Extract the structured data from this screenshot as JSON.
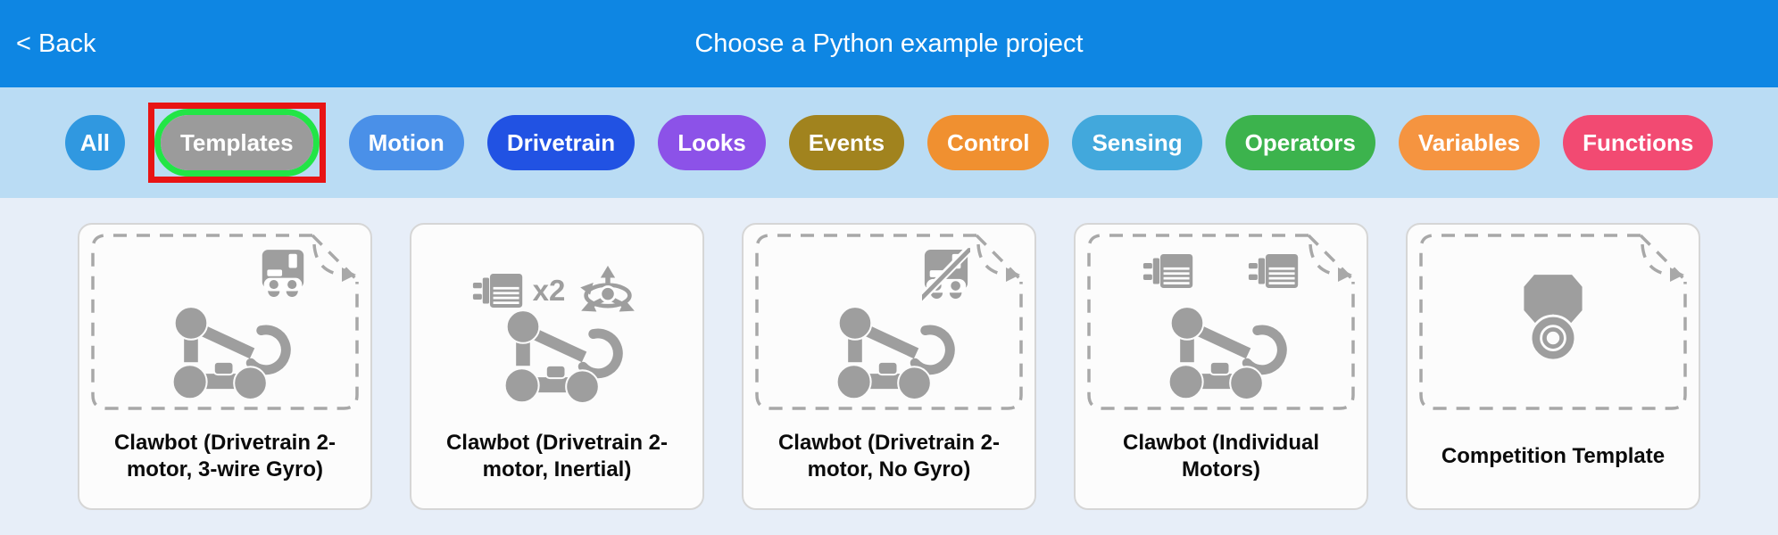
{
  "header": {
    "back_label": "< Back",
    "title": "Choose a Python example project",
    "bg_color": "#0e86e3"
  },
  "filters": {
    "selected_ring_color": "#22e546",
    "annotation_box_color": "#e81414",
    "items": [
      {
        "label": "All",
        "color": "#3098e0",
        "selected": false
      },
      {
        "label": "Templates",
        "color": "#9b9b9b",
        "selected": true
      },
      {
        "label": "Motion",
        "color": "#4a90e8",
        "selected": false
      },
      {
        "label": "Drivetrain",
        "color": "#2152e3",
        "selected": false
      },
      {
        "label": "Looks",
        "color": "#8c52e8",
        "selected": false
      },
      {
        "label": "Events",
        "color": "#a1831e",
        "selected": false
      },
      {
        "label": "Control",
        "color": "#f09030",
        "selected": false
      },
      {
        "label": "Sensing",
        "color": "#42a8dc",
        "selected": false
      },
      {
        "label": "Operators",
        "color": "#3cb34d",
        "selected": false
      },
      {
        "label": "Variables",
        "color": "#f59440",
        "selected": false
      },
      {
        "label": "Functions",
        "color": "#f24a72",
        "selected": false
      }
    ]
  },
  "cards": [
    {
      "title": "Clawbot (Drivetrain 2-motor, 3-wire Gyro)",
      "dashed_page": true,
      "badges": [
        "gyro-sensor-icon"
      ],
      "main_icon": "clawbot-icon",
      "x2_label": ""
    },
    {
      "title": "Clawbot (Drivetrain 2-motor, Inertial)",
      "dashed_page": false,
      "badges": [
        "motor-x2-icon",
        "inertial-sensor-icon"
      ],
      "main_icon": "clawbot-icon",
      "x2_label": "x2"
    },
    {
      "title": "Clawbot (Drivetrain 2-motor, No Gyro)",
      "dashed_page": true,
      "badges": [
        "no-gyro-icon"
      ],
      "main_icon": "clawbot-icon",
      "x2_label": ""
    },
    {
      "title": "Clawbot (Individual Motors)",
      "dashed_page": true,
      "badges": [
        "motor-icon",
        "motor-icon"
      ],
      "main_icon": "clawbot-icon",
      "x2_label": ""
    },
    {
      "title": "Competition Template",
      "dashed_page": true,
      "badges": [],
      "main_icon": "medal-icon",
      "x2_label": ""
    }
  ]
}
